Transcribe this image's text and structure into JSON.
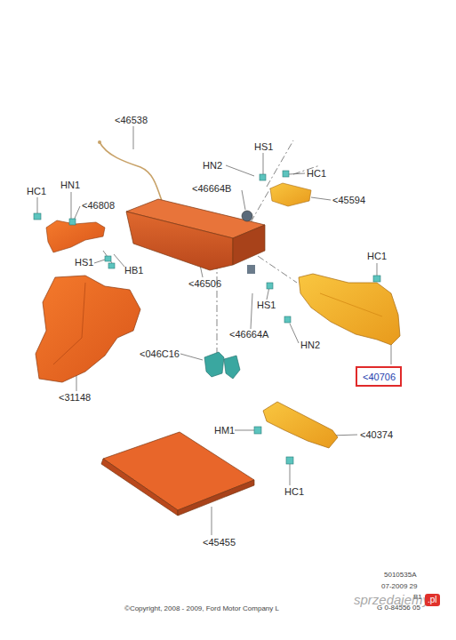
{
  "diagram": {
    "nodes": [
      {
        "text": [
          "<40706"
        ]
      }
    ],
    "labels": [
      "<46538",
      "HS1",
      "HN2",
      "HC1",
      "<46664B",
      "<45594",
      "HC1",
      "HN1",
      "<46808",
      "<46506",
      "HS1",
      "HB1",
      "HC1",
      "HS1",
      "HN2",
      "<46664A",
      "<046C16",
      "<31148",
      "HM1",
      "<40374",
      "HC1",
      "<45455",
      "5010535A",
      "07-2009 29",
      "B1",
      "G 0-84556 05",
      "©Copyright, 2008 - 2009, Ford Motor Company L",
      "sprzedajemy",
      ".pl"
    ]
  }
}
